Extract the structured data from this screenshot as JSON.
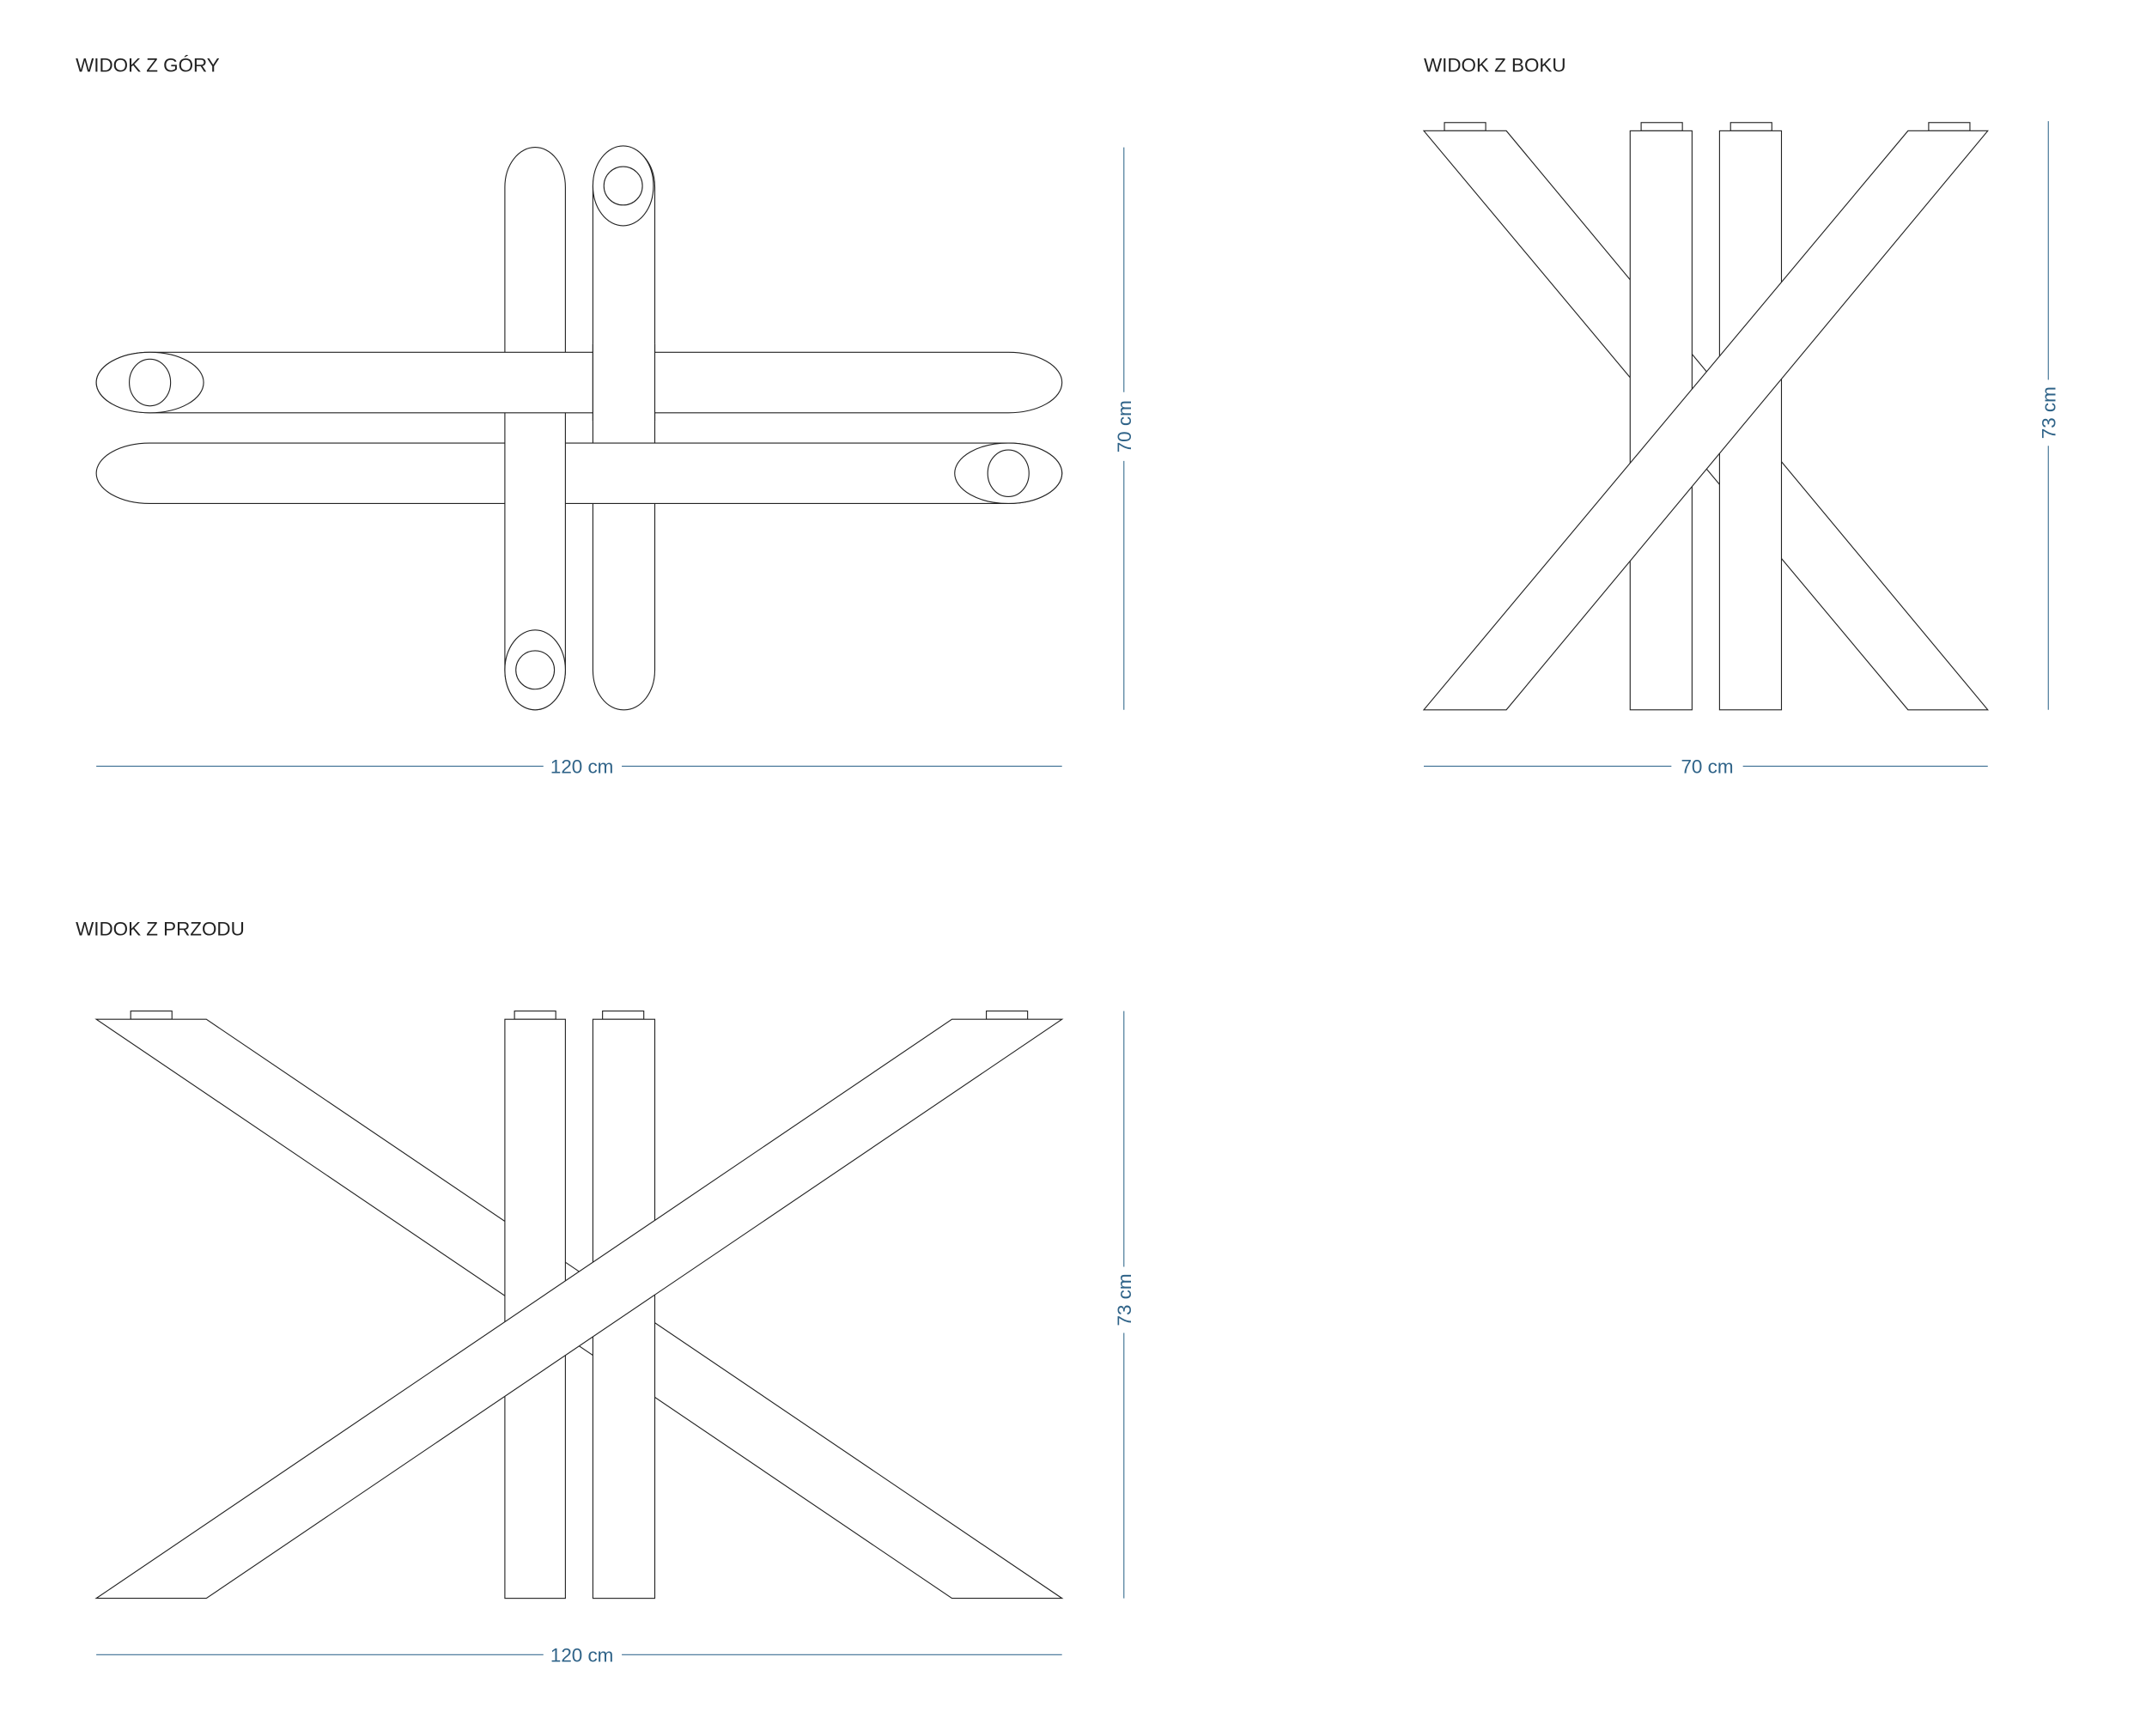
{
  "views": {
    "top": {
      "title": "WIDOK Z GÓRY",
      "width_dim": "120 cm",
      "depth_dim": "70 cm"
    },
    "side": {
      "title": "WIDOK Z BOKU",
      "width_dim": "70 cm",
      "height_dim": "73 cm"
    },
    "front": {
      "title": "WIDOK Z PRZODU",
      "width_dim": "120 cm",
      "height_dim": "73 cm"
    }
  },
  "colors": {
    "line": "#222222",
    "dimension": "#2f6388"
  }
}
